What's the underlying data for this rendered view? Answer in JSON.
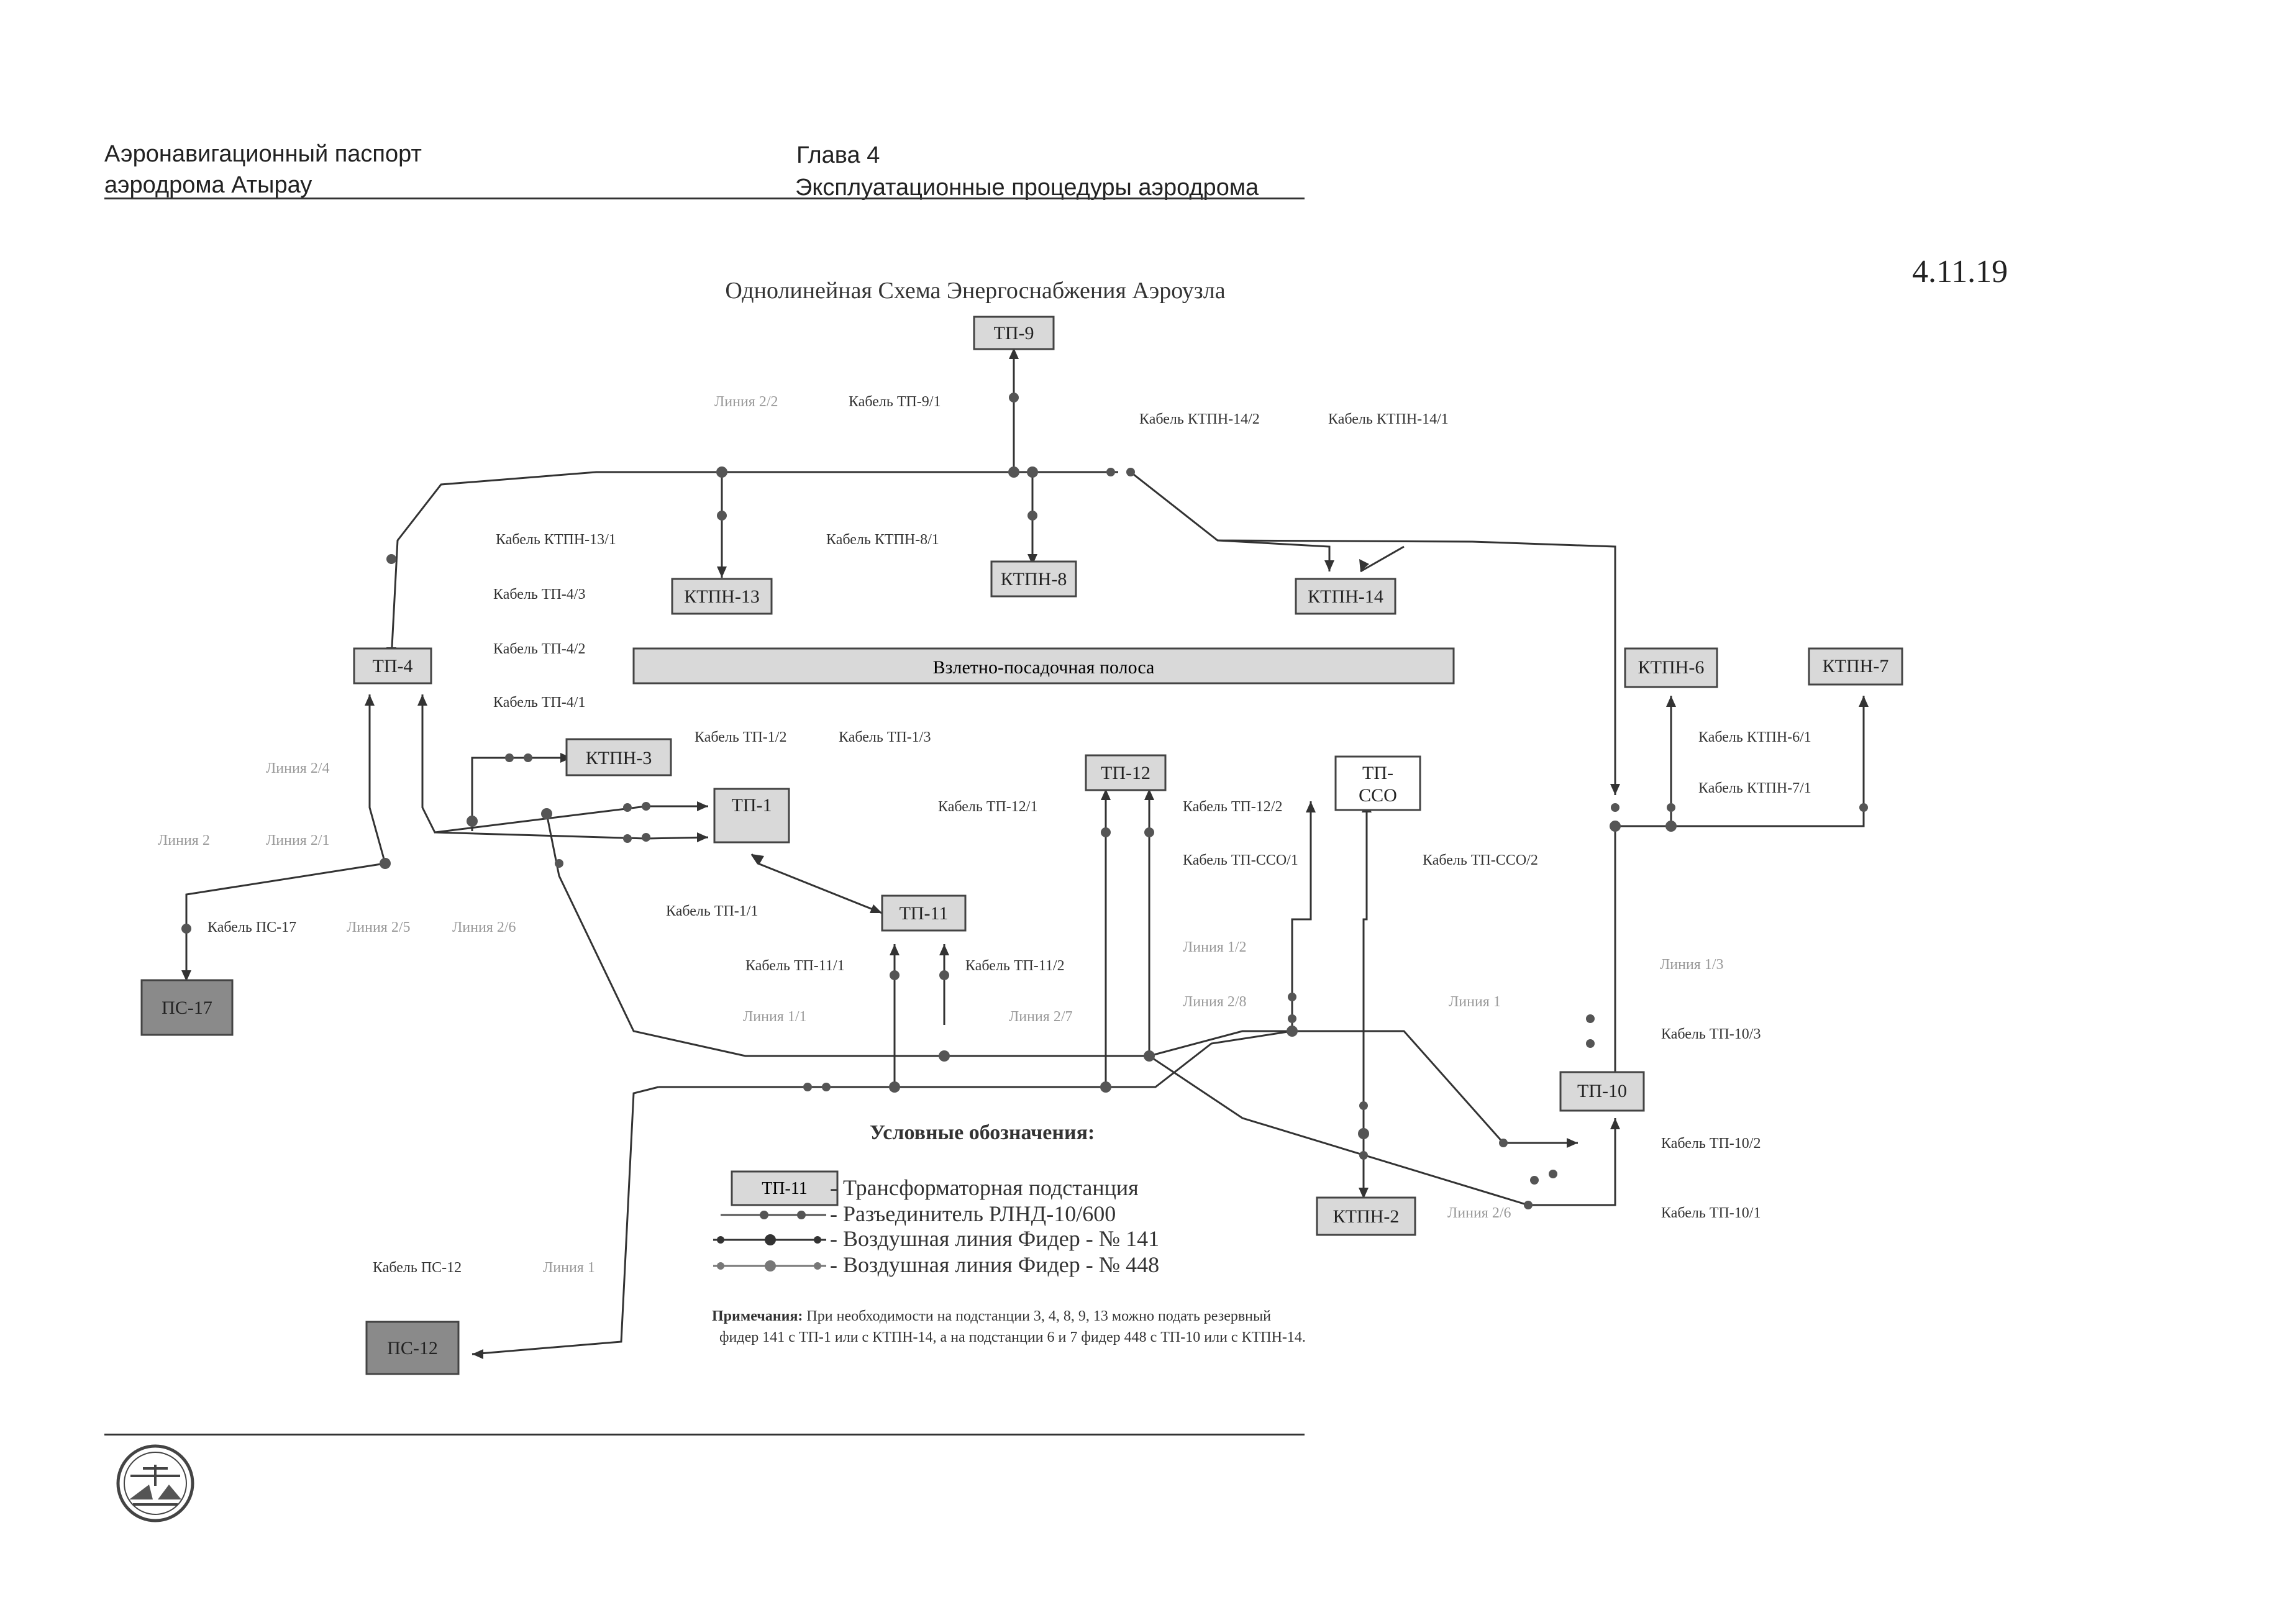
{
  "header": {
    "left_line1": "Аэронавигационный паспорт",
    "left_line2": "аэродрома Атырау",
    "right_line1": "Глава 4",
    "right_line2": "Эксплуатационные процедуры аэродрома"
  },
  "page_number": "4.11.19",
  "diagram": {
    "title": "Однолинейная Схема Энергоснабжения Аэроузла",
    "runway": "Взлетно-посадочная полоса",
    "stations": {
      "tp9": "ТП-9",
      "ktpn13": "КТПН-13",
      "ktpn8": "КТПН-8",
      "ktpn14": "КТПН-14",
      "tp4": "ТП-4",
      "ktpn3": "КТПН-3",
      "tp1": "ТП-1",
      "tp12": "ТП-12",
      "tpsso_1": "ТП-",
      "tpsso_2": "ССО",
      "tp11": "ТП-11",
      "ktpn6": "КТПН-6",
      "ktpn7": "КТПН-7",
      "tp10": "ТП-10",
      "ktpn2": "КТПН-2",
      "ps17": "ПС-17",
      "ps12": "ПС-12"
    },
    "labels": {
      "l_22": "Линия 2/2",
      "k_tp9_1": "Кабель ТП-9/1",
      "k_ktpn14_2": "Кабель КТПН-14/2",
      "k_ktpn14_1": "Кабель КТПН-14/1",
      "k_ktpn13_1": "Кабель КТПН-13/1",
      "k_ktpn8_1": "Кабель КТПН-8/1",
      "k_tp4_3": "Кабель ТП-4/3",
      "k_tp4_2": "Кабель ТП-4/2",
      "k_tp4_1": "Кабель ТП-4/1",
      "k_tp1_2": "Кабель ТП-1/2",
      "k_tp1_3": "Кабель ТП-1/3",
      "l_24": "Линия 2/4",
      "l_2": "Линия 2",
      "l_21": "Линия 2/1",
      "k_ps17": "Кабель ПС-17",
      "l_25": "Линия 2/5",
      "l_26": "Линия 2/6",
      "k_tp1_1": "Кабель ТП-1/1",
      "k_tp12_1": "Кабель ТП-12/1",
      "k_tp12_2": "Кабель ТП-12/2",
      "k_tpsso_1": "Кабель ТП-ССО/1",
      "k_tpsso_2": "Кабель ТП-ССО/2",
      "k_ktpn6_1": "Кабель КТПН-6/1",
      "k_ktpn7_1": "Кабель КТПН-7/1",
      "k_tp11_1": "Кабель ТП-11/1",
      "k_tp11_2": "Кабель ТП-11/2",
      "l_12": "Линия 1/2",
      "l_28": "Линия 2/8",
      "l_13": "Линия 1/3",
      "l_11": "Линия 1/1",
      "l_27": "Линия 2/7",
      "l_1a": "Линия 1",
      "k_tp10_3": "Кабель ТП-10/3",
      "k_tp10_2": "Кабель ТП-10/2",
      "k_tp10_1": "Кабель ТП-10/1",
      "l_26b": "Линия 2/6",
      "k_ps12": "Кабель ПС-12",
      "l_1b": "Линия 1"
    },
    "legend": {
      "title": "Условные обозначения:",
      "sample_box": "ТП-11",
      "item1": "- Трансформаторная подстанция",
      "item2": "- Разъединитель РЛНД-10/600",
      "item3": "- Воздушная линия Фидер - № 141",
      "item4": "- Воздушная линия Фидер - № 448"
    },
    "note_bold": "Примечания:",
    "note_line1": " При необходимости на подстанции 3, 4, 8, 9, 13 можно подать резервный",
    "note_line2": "фидер 141 с ТП-1 или с КТПН-14, а на подстанции 6 и 7 фидер 448 с ТП-10 или с КТПН-14."
  },
  "colors": {
    "station_fill": "#d9d9d9",
    "station_dark": "#8a8a8a",
    "line": "#333333",
    "label_box": "#bbbbbb"
  }
}
